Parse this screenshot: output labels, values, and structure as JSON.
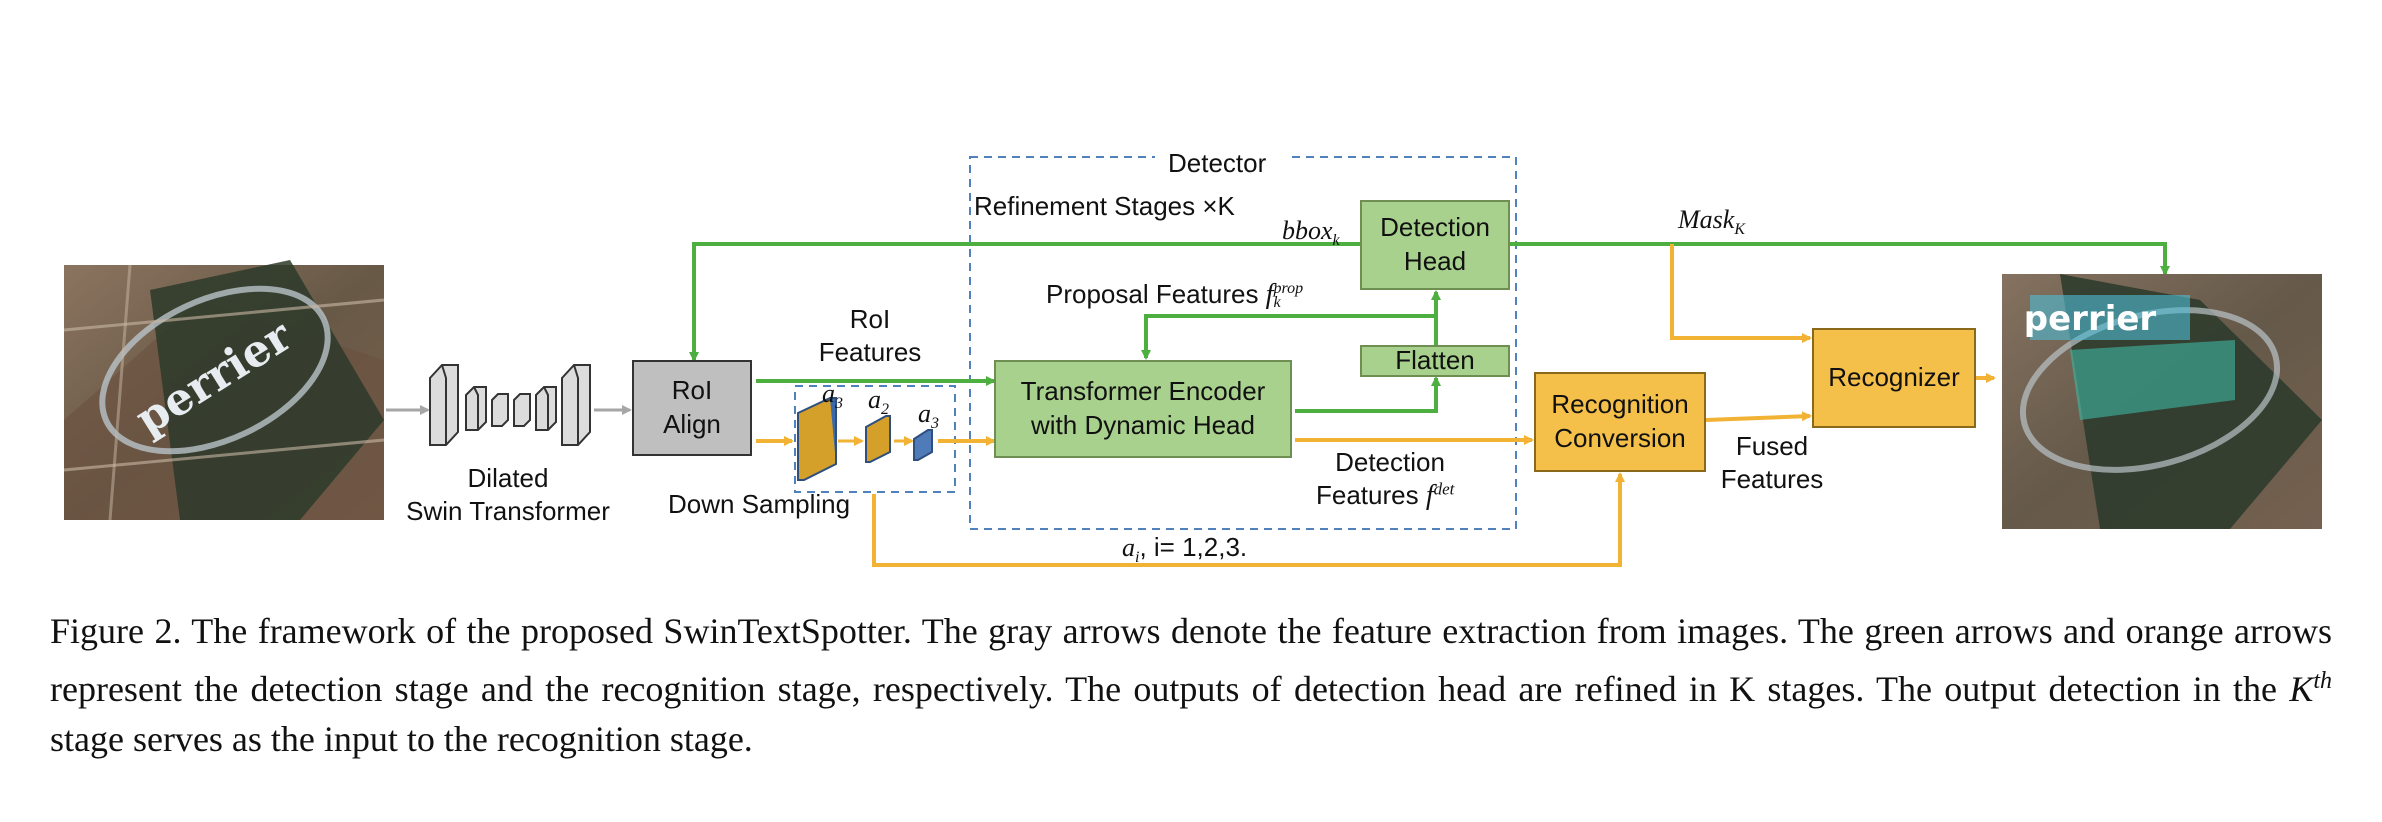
{
  "colors": {
    "green_arrow": "#4caf3f",
    "orange_arrow": "#f2b234",
    "gray_arrow": "#a6a6a6",
    "dashed_box": "#4f81bd"
  },
  "detector": {
    "title": "Detector",
    "stages": "Refinement Stages ×K"
  },
  "backbone": {
    "label": "Dilated\nSwin Transformer"
  },
  "roi_align": {
    "label": "RoI\nAlign"
  },
  "roi_features": {
    "label": "RoI\nFeatures"
  },
  "down_sampling": {
    "label": "Down Sampling",
    "a_first": "a",
    "a_first_sub": "3",
    "a_second": "a",
    "a_second_sub": "2",
    "a_third": "a",
    "a_third_sub": "3"
  },
  "transformer": {
    "label": "Transformer Encoder\nwith Dynamic Head"
  },
  "flatten": {
    "label": "Flatten"
  },
  "detection_head": {
    "label": "Detection\nHead"
  },
  "bbox": {
    "base": "bbox",
    "sub": "k"
  },
  "proposal": {
    "text": "Proposal Features ",
    "base": "f",
    "sub": "k",
    "sup": "prop"
  },
  "detection_features": {
    "line1": "Detection",
    "line2": "Features ",
    "base": "f",
    "sup": "det"
  },
  "mask": {
    "base": "Mask",
    "sub": "K"
  },
  "recognition_conversion": {
    "label": "Recognition\nConversion"
  },
  "recognizer": {
    "label": "Recognizer"
  },
  "fused_features": {
    "label": "Fused\nFeatures"
  },
  "ai": {
    "base": "a",
    "sub": "i",
    "rest": ", i= 1,2,3."
  },
  "output_image": {
    "text": "perrier"
  },
  "input_image": {
    "text": "perrier"
  },
  "caption": {
    "text": "Figure 2. The framework of the proposed SwinTextSpotter. The gray arrows denote the feature extraction from images. The green arrows and orange arrows represent the detection stage and the recognition stage, respectively. The outputs of detection head are refined in K stages. The output detection in the ",
    "k_base": "K",
    "k_sup": "th",
    "text_end": " stage serves as the input to the recognition stage."
  }
}
